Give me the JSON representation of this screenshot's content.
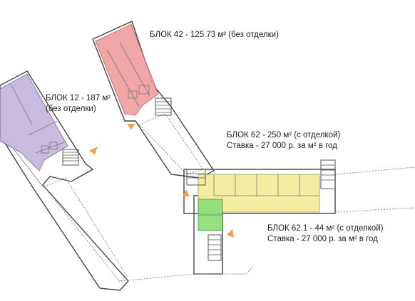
{
  "blocks": [
    {
      "id": "block-12",
      "line1": "БЛОК 12 - 187 м²",
      "line2": "(без отделки)",
      "color": "#c4b3dc"
    },
    {
      "id": "block-42",
      "line1": "БЛОК 42 - 125.73 м² (без отделки)",
      "color": "#f19e9e"
    },
    {
      "id": "block-62",
      "line1": "БЛОК 62 - 250 м² (с отделкой)",
      "line2": "Ставка - 27 000 р. за м² в год",
      "color": "#f3ec9c"
    },
    {
      "id": "block-62-1",
      "line1": "БЛОК 62.1 - 44 м² (с отделкой)",
      "line2": "Ставка - 27 000 р. за м² в год",
      "color": "#8fe07a"
    }
  ],
  "entrance_marker_color": "#f5a04a",
  "icons": [
    "entrance-arrow-icon",
    "stairs-icon"
  ]
}
